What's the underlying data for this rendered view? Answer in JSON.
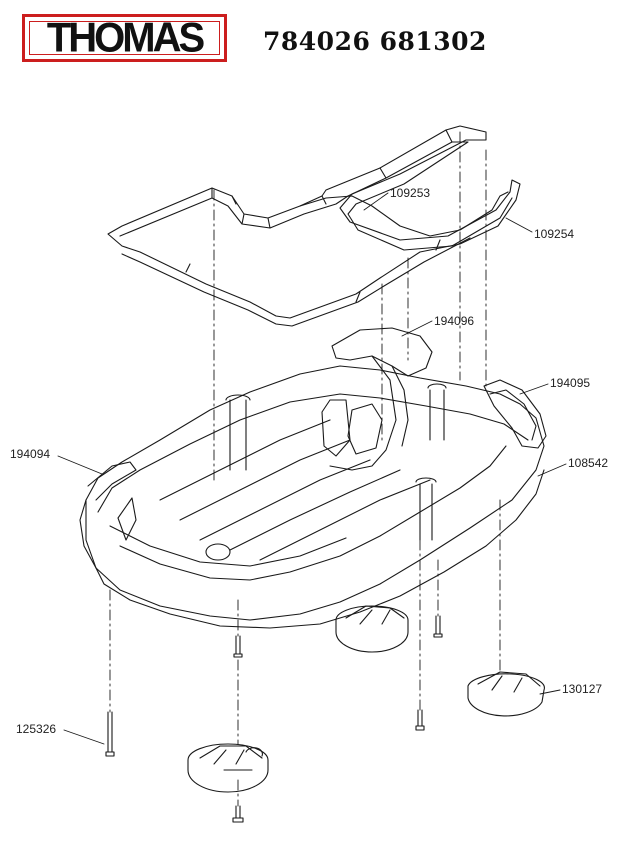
{
  "header": {
    "brand": "THOMAS",
    "model_numbers": "784026  681302"
  },
  "parts": [
    {
      "id": "p109253",
      "label": "109253"
    },
    {
      "id": "p109254",
      "label": "109254"
    },
    {
      "id": "p194096",
      "label": "194096"
    },
    {
      "id": "p194095",
      "label": "194095"
    },
    {
      "id": "p194094",
      "label": "194094"
    },
    {
      "id": "p108542",
      "label": "108542"
    },
    {
      "id": "p130127",
      "label": "130127"
    },
    {
      "id": "p125326",
      "label": "125326"
    }
  ],
  "colors": {
    "brand_red": "#cc1e1e",
    "line": "#1a1a1a"
  }
}
